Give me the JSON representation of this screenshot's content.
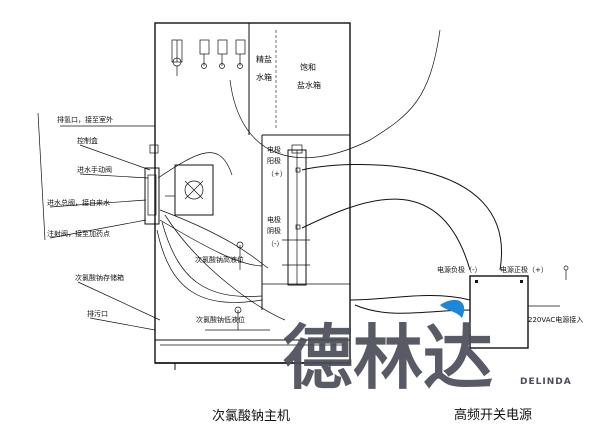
{
  "labels": {
    "salt_tank": [
      "精盐",
      "水箱"
    ],
    "saturated_tank": [
      "饱和",
      "盐水箱"
    ],
    "vent": "排氢口，接至室外",
    "control_box": "控制盒",
    "inlet_valve": "进水手动阀",
    "main_valve": "进水总阀，接自来水",
    "inject_valve": "注射阀，接至加药点",
    "storage_tank": "次氯酸钠存储箱",
    "drain": "排污口",
    "high_level": "次氯酸钠高液位",
    "low_level": "次氯酸钠低液位",
    "anode": [
      "电极",
      "阳极",
      "（+）"
    ],
    "cathode": [
      "电极",
      "阴极",
      "（-）"
    ],
    "neg": "电源负极（-）",
    "pos": "电源正极（+）",
    "ac_input": "220VAC电源接入",
    "caption_left": "次氯酸钠主机",
    "caption_right": "高频开关电源"
  },
  "watermark": {
    "chars": "德林达",
    "latin": "DELINDA",
    "color": "#4a4e59",
    "accent": "#1e88d8"
  }
}
